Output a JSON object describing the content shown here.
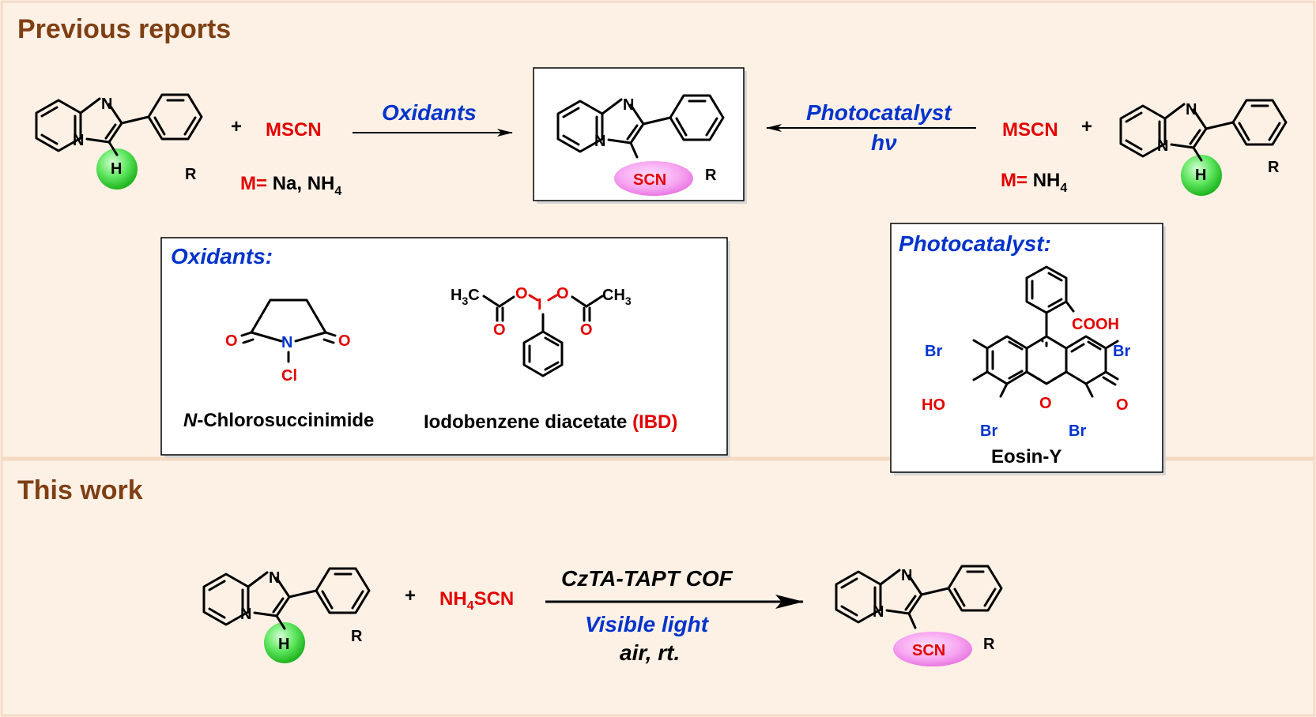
{
  "sections": {
    "previous": {
      "title": "Previous reports"
    },
    "this_work": {
      "title": "This work"
    }
  },
  "reaction_left": {
    "plus": "+",
    "reagent": "MSCN",
    "metal_prefix": "M=",
    "metal_values": "Na, NH",
    "metal_sub": "4",
    "arrow_label": "Oxidants"
  },
  "reaction_right": {
    "plus": "+",
    "reagent": "MSCN",
    "metal_prefix": "M=",
    "metal_values": "NH",
    "metal_sub": "4",
    "arrow_label_1": "Photocatalyst",
    "arrow_label_2": "hν"
  },
  "atoms": {
    "n": "N",
    "h": "H",
    "r": "R",
    "scn": "SCN",
    "o": "O",
    "cl": "Cl",
    "i": "I",
    "h3c": "H",
    "h3c_sub": "3",
    "h3c_c": "C",
    "ch3": "CH",
    "ch3_sub": "3",
    "br": "Br",
    "ho": "HO",
    "cooh": "COOH"
  },
  "oxidants_box": {
    "title": "Oxidants:",
    "ncs_italic": "N",
    "ncs_rest": "-Chlorosuccinimide",
    "ibd_name": "Iodobenzene diacetate",
    "ibd_abbr": "(IBD)"
  },
  "photocatalyst_box": {
    "title": "Photocatalyst:",
    "name": "Eosin-Y"
  },
  "this_work_reaction": {
    "plus": "+",
    "reagent_pre": "NH",
    "reagent_sub": "4",
    "reagent_post": "SCN",
    "catalyst": "CzTA-TAPT COF",
    "condition_1": "Visible light",
    "condition_2": "air, rt."
  },
  "colors": {
    "background": "#fdf1e6",
    "section_border": "#f5d9c3",
    "header": "#7f3f14",
    "red": "#e30000",
    "blue": "#0033cc",
    "green_highlight": "#45e24a",
    "pink_highlight": "#f58cf0"
  }
}
